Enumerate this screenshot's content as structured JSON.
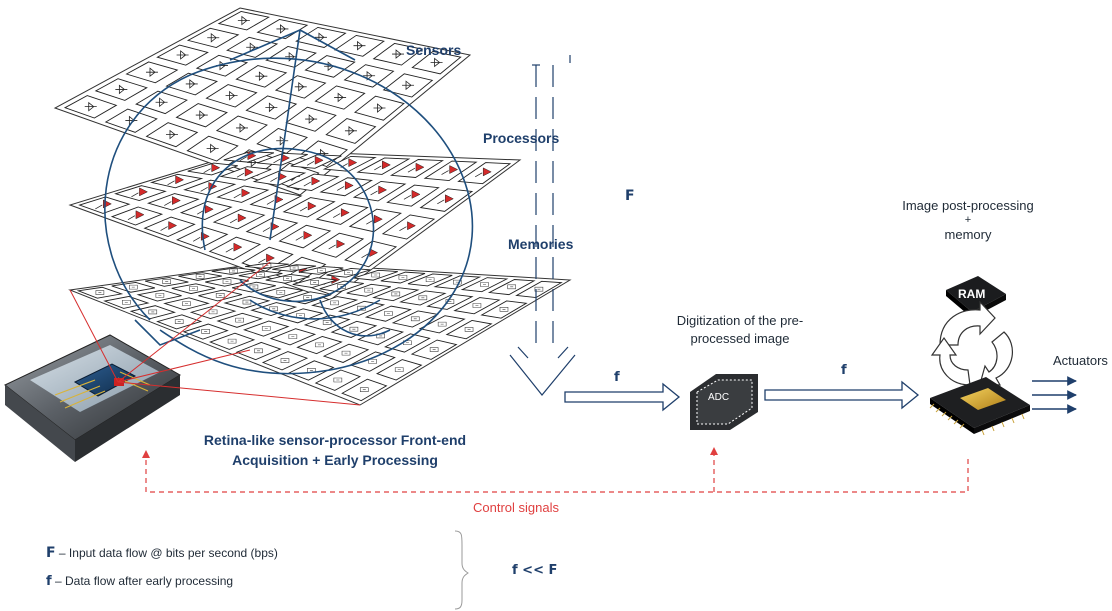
{
  "labels": {
    "sensors": "Sensors",
    "processors": "Processors",
    "memories": "Memories",
    "F": "F",
    "f_left": "f",
    "f_right": "f",
    "digitization_line1": "Digitization of the pre-",
    "digitization_line2": "processed image",
    "postproc_line1": "Image post-processing",
    "postproc_line2": "+",
    "postproc_line3": "memory",
    "actuators": "Actuators",
    "frontend_line1": "Retina-like sensor-processor Front-end",
    "frontend_line2": "Acquisition + Early Processing",
    "control_signals": "Control signals",
    "adc": "ADC",
    "ram": "RAM"
  },
  "legend": {
    "F_symbol": "F",
    "F_text": "– Input data flow @ bits per second (bps)",
    "f_symbol": "f",
    "f_text": "– Data flow after early processing",
    "relation": "f << F"
  },
  "colors": {
    "navy": "#1f3f6b",
    "control_red": "#e04040",
    "grid_line": "#333333"
  },
  "icons": [
    "chip-photo-icon",
    "adc-chip-icon",
    "ram-chip-icon",
    "processor-chip-icon",
    "cycle-arrows-icon"
  ]
}
